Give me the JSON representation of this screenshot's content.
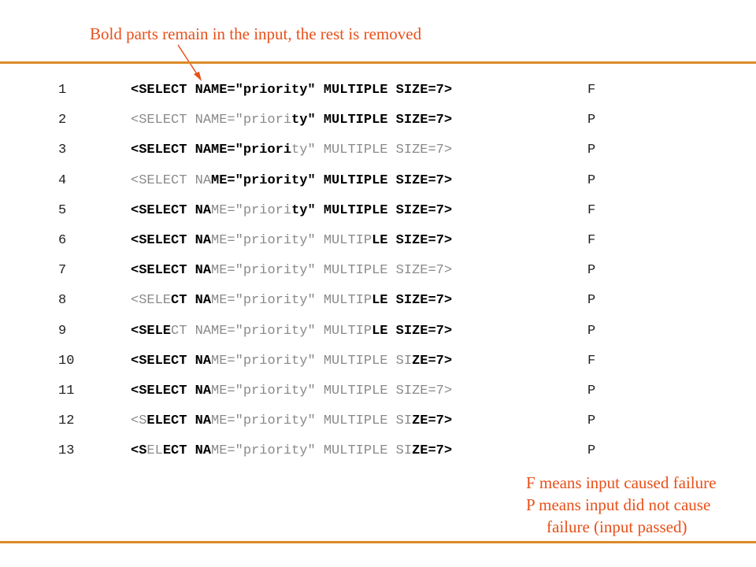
{
  "annotation": "Bold parts remain in the input, the rest is removed",
  "rows": [
    {
      "num": "1",
      "result": "F",
      "segments": [
        {
          "t": "<SELECT NAME=\"priority\" MULTIPLE SIZE=7>",
          "b": true
        }
      ]
    },
    {
      "num": "2",
      "result": "P",
      "segments": [
        {
          "t": "<SELECT NAME=\"priori",
          "b": false
        },
        {
          "t": "ty\" MULTIPLE SIZE=7>",
          "b": true
        }
      ]
    },
    {
      "num": "3",
      "result": "P",
      "segments": [
        {
          "t": "<SELECT NAME=\"priori",
          "b": true
        },
        {
          "t": "ty\" MULTIPLE SIZE=7>",
          "b": false
        }
      ]
    },
    {
      "num": "4",
      "result": "P",
      "segments": [
        {
          "t": "<SELECT NA",
          "b": false
        },
        {
          "t": "ME=\"priority\" MULTIPLE SIZE=7>",
          "b": true
        }
      ]
    },
    {
      "num": "5",
      "result": "F",
      "segments": [
        {
          "t": "<SELECT NA",
          "b": true
        },
        {
          "t": "ME=\"priori",
          "b": false
        },
        {
          "t": "ty\" MULTIPLE SIZE=7>",
          "b": true
        }
      ]
    },
    {
      "num": "6",
      "result": "F",
      "segments": [
        {
          "t": "<SELECT NA",
          "b": true
        },
        {
          "t": "ME=\"priority\" MULTIP",
          "b": false
        },
        {
          "t": "LE SIZE=7>",
          "b": true
        }
      ]
    },
    {
      "num": "7",
      "result": "P",
      "segments": [
        {
          "t": "<SELECT NA",
          "b": true
        },
        {
          "t": "ME=\"priority\" MULTIPLE SIZE=7>",
          "b": false
        }
      ]
    },
    {
      "num": "8",
      "result": "P",
      "segments": [
        {
          "t": "<SELE",
          "b": false
        },
        {
          "t": "CT NA",
          "b": true
        },
        {
          "t": "ME=\"priority\" MULTIP",
          "b": false
        },
        {
          "t": "LE SIZE=7>",
          "b": true
        }
      ]
    },
    {
      "num": "9",
      "result": "P",
      "segments": [
        {
          "t": "<SELE",
          "b": true
        },
        {
          "t": "CT NAME=\"priority\" MULTIP",
          "b": false
        },
        {
          "t": "LE SIZE=7>",
          "b": true
        }
      ]
    },
    {
      "num": "10",
      "result": "F",
      "segments": [
        {
          "t": "<SELECT NA",
          "b": true
        },
        {
          "t": "ME=\"priority\" MULTIPLE SI",
          "b": false
        },
        {
          "t": "ZE=7>",
          "b": true
        }
      ]
    },
    {
      "num": "11",
      "result": "P",
      "segments": [
        {
          "t": "<SELECT NA",
          "b": true
        },
        {
          "t": "ME=\"priority\" MULTIPLE SIZE=7>",
          "b": false
        }
      ]
    },
    {
      "num": "12",
      "result": "P",
      "segments": [
        {
          "t": "<S",
          "b": false
        },
        {
          "t": "ELECT NA",
          "b": true
        },
        {
          "t": "ME=\"priority\" MULTIPLE SI",
          "b": false
        },
        {
          "t": "ZE=7>",
          "b": true
        }
      ]
    },
    {
      "num": "13",
      "result": "P",
      "segments": [
        {
          "t": "<S",
          "b": true
        },
        {
          "t": "EL",
          "b": false
        },
        {
          "t": "ECT NA",
          "b": true
        },
        {
          "t": "ME=\"priority\" MULTIPLE SI",
          "b": false
        },
        {
          "t": "ZE=7>",
          "b": true
        }
      ]
    }
  ],
  "legend": {
    "line1": "F  means input caused failure",
    "line2": "P  means input did not cause",
    "line3": "failure (input passed)"
  },
  "colors": {
    "accent": "#e8501a",
    "rule": "#dc8a28",
    "removed_text": "#8a8a8a"
  }
}
